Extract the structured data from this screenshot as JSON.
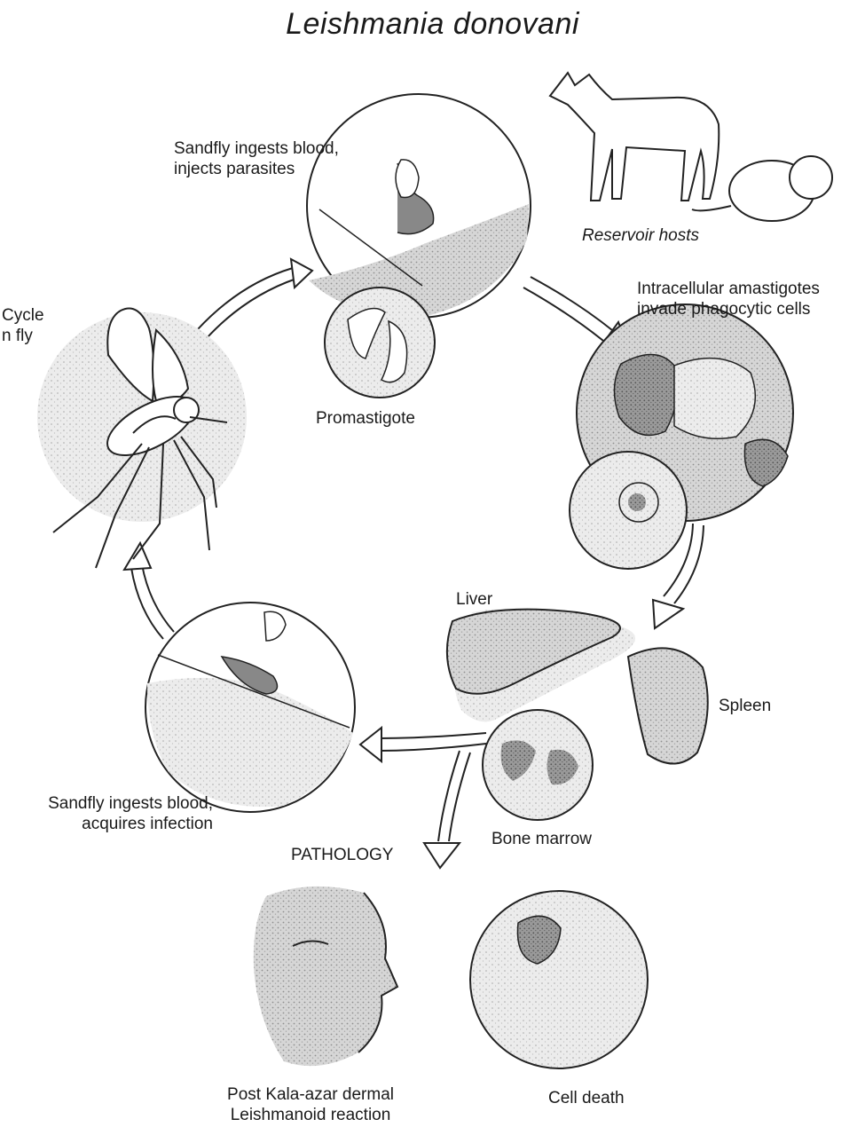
{
  "title": "Leishmania donovani",
  "labels": {
    "sandfly_injects": "Sandfly ingests blood,\ninjects parasites",
    "reservoir_hosts": "Reservoir hosts",
    "amastigotes": "Intracellular amastigotes\ninvade phagocytic cells",
    "cycle_in_fly": "Cycle\nn fly",
    "promastigote": "Promastigote",
    "liver": "Liver",
    "spleen": "Spleen",
    "bone_marrow": "Bone marrow",
    "sandfly_acquires": "Sandfly ingests blood,\nacquires infection",
    "pathology": "PATHOLOGY",
    "pkdl": "Post Kala-azar dermal\nLeishmanoid reaction",
    "cell_death": "Cell death"
  },
  "colors": {
    "ink": "#1a1a1a",
    "stipple": "#bdbdbd",
    "stipple_dark": "#8a8a8a",
    "background": "#ffffff"
  }
}
